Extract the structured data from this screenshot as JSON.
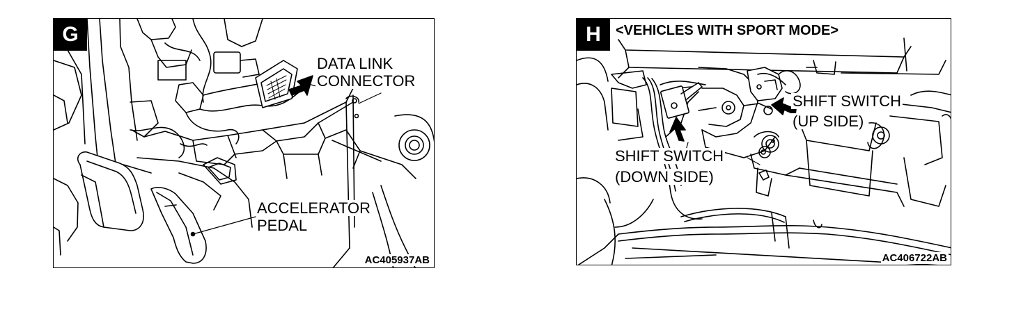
{
  "panel_g": {
    "badge": "G",
    "labels": {
      "data_link_1": "DATA LINK",
      "data_link_2": "CONNECTOR",
      "accel_1": "ACCELERATOR",
      "accel_2": "PEDAL"
    },
    "code": "AC405937AB"
  },
  "panel_h": {
    "badge": "H",
    "header": "<VEHICLES WITH SPORT MODE>",
    "labels": {
      "up_1": "SHIFT SWITCH",
      "up_2": "(UP SIDE)",
      "down_1": "SHIFT SWITCH",
      "down_2": "(DOWN SIDE)"
    },
    "code": "AC406722AB"
  }
}
